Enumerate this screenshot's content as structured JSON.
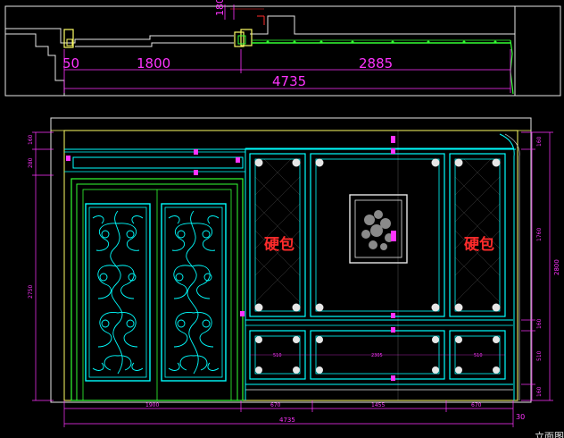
{
  "plan": {
    "dim_small": "50",
    "dim_mid": "1800",
    "dim_right": "2885",
    "dim_total": "4735",
    "dim_vertical": "180"
  },
  "elevation": {
    "left_dims": [
      "160",
      "280",
      "2750"
    ],
    "right_dims": [
      "160",
      "1760",
      "160",
      "510",
      "160"
    ],
    "right_total": "2800",
    "bottom_dims": [
      "1900",
      "670",
      "1455",
      "670"
    ],
    "bottom_total": "4735",
    "bottom_right": "30",
    "panel_label_left": "硬包",
    "panel_label_right": "硬包",
    "small_dims": [
      "510",
      "2305",
      "510"
    ],
    "title_partial": "…立面图"
  },
  "colors": {
    "background": "#000000",
    "cyan": "#00ffff",
    "green": "#33ff33",
    "yellow": "#ffff66",
    "white": "#e6e6e6",
    "magenta": "#ff33ff",
    "red": "#ff2b2b"
  }
}
